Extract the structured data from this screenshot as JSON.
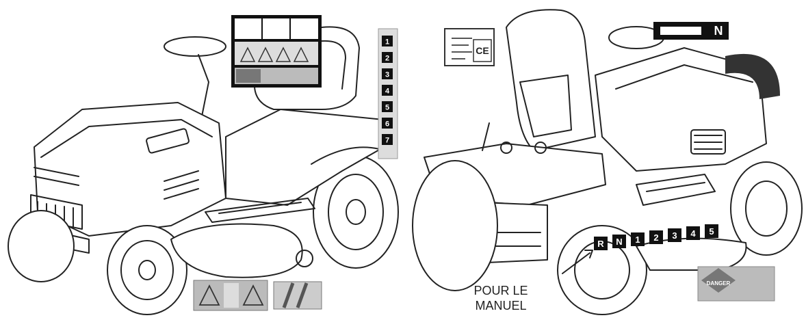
{
  "manual_label": [
    "POUR LE",
    "MANUEL"
  ],
  "gear_strip_left": [
    "1",
    "2",
    "3",
    "4",
    "5",
    "6",
    "7"
  ],
  "gear_strip_right": [
    "R",
    "N",
    "1",
    "2",
    "3",
    "4",
    "5"
  ],
  "ce_mark": "CE",
  "lever_label_neutral": "N",
  "warning_label_danger": "DANGER"
}
